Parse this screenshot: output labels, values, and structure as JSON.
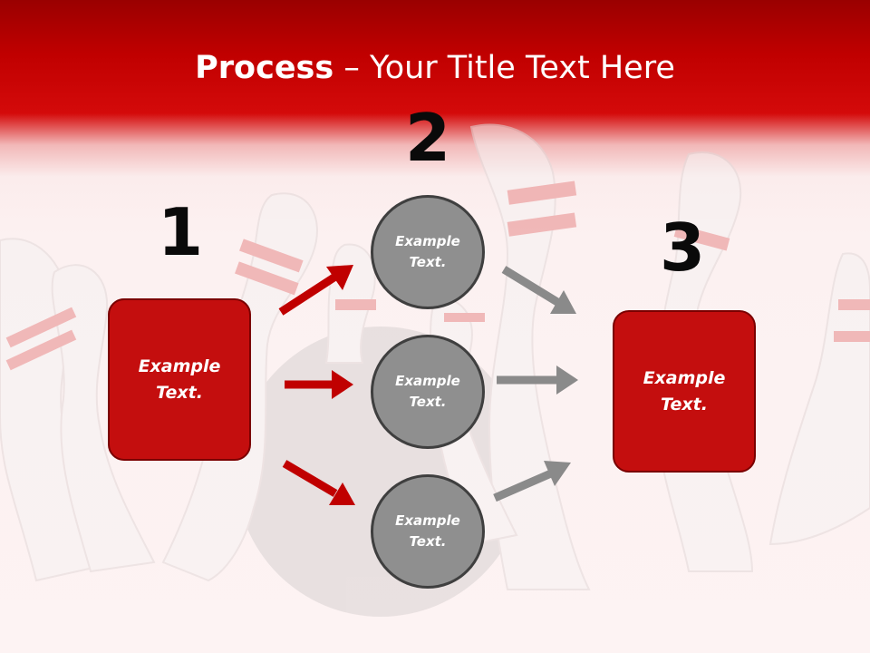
{
  "slide": {
    "title_bold": "Process",
    "title_rest": " – Your Title Text Here",
    "steps": [
      {
        "number": "1",
        "text": "Example\nText."
      },
      {
        "number": "2",
        "text": "Example\nText."
      },
      {
        "number": "3",
        "text": "Example\nText."
      }
    ],
    "circles": [
      {
        "text": "Example\nText."
      },
      {
        "text": "Example\nText."
      },
      {
        "text": "Example\nText."
      }
    ]
  },
  "colors": {
    "header": "#c00000",
    "box_fill": "#c40e0e",
    "circle_fill": "#8f8f8f",
    "arrow_red": "#c00000",
    "arrow_gray": "#8a8a8a"
  }
}
